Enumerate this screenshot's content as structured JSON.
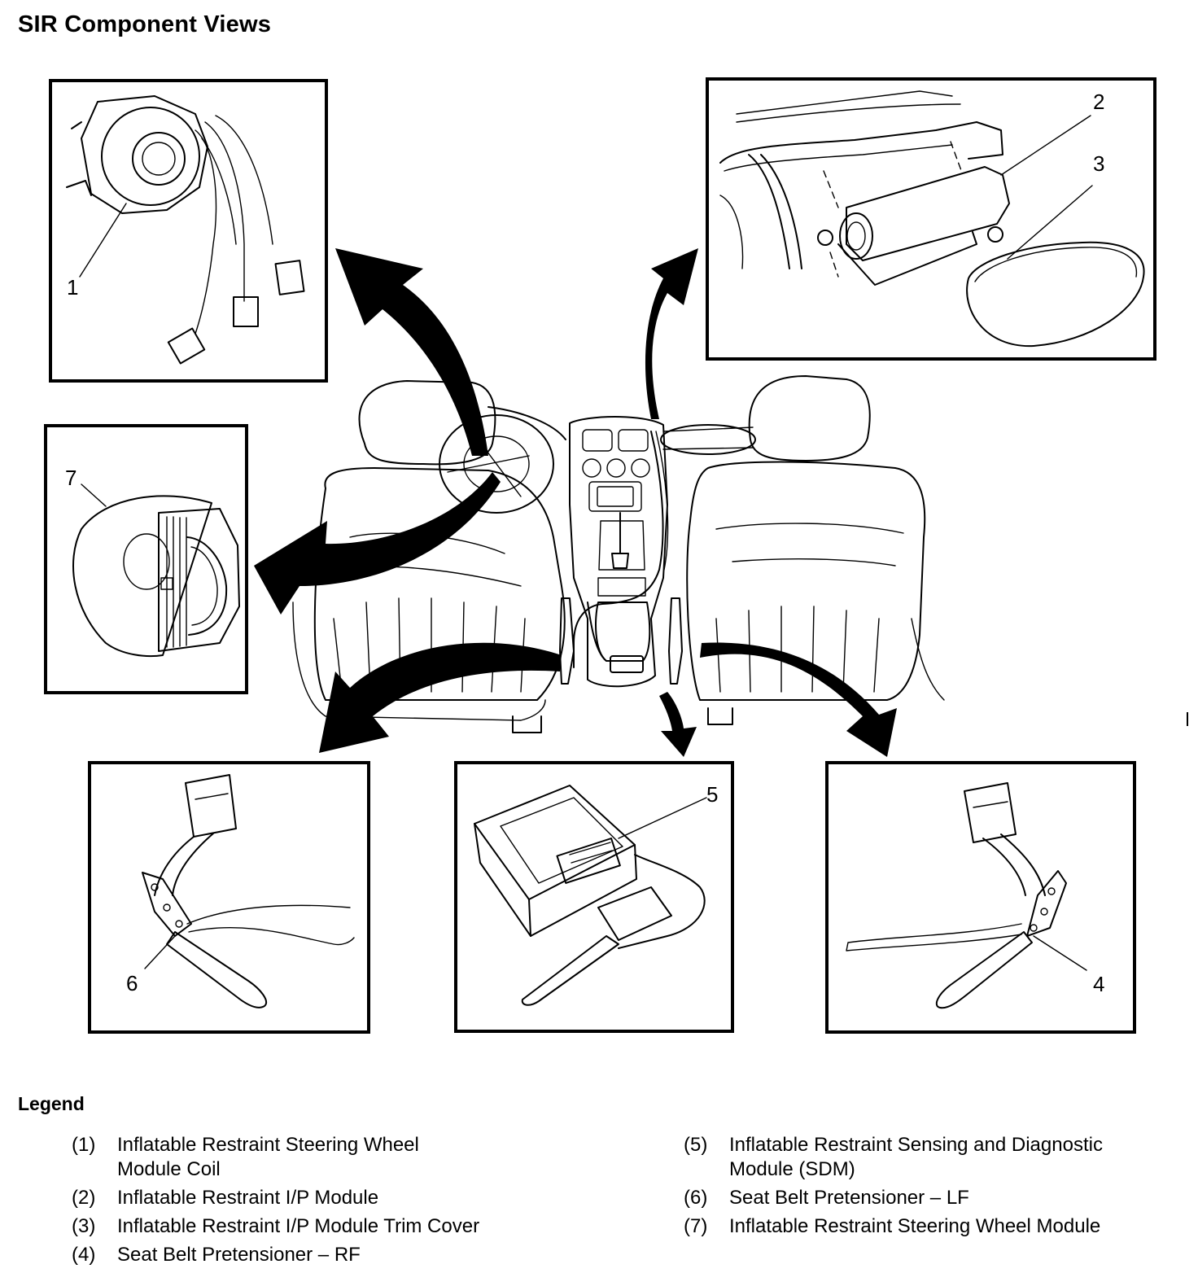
{
  "title": "SIR Component Views",
  "callouts": {
    "c1": "1",
    "c2": "2",
    "c3": "3",
    "c4": "4",
    "c5": "5",
    "c6": "6",
    "c7": "7"
  },
  "legend": {
    "title": "Legend",
    "left": [
      {
        "num": "(1)",
        "text_lines": [
          "Inflatable Restraint Steering Wheel",
          "Module Coil"
        ]
      },
      {
        "num": "(2)",
        "text_lines": [
          "Inflatable Restraint I/P Module"
        ]
      },
      {
        "num": "(3)",
        "text_lines": [
          "Inflatable Restraint I/P Module Trim Cover"
        ]
      },
      {
        "num": "(4)",
        "text_lines": [
          "Seat Belt Pretensioner – RF"
        ]
      }
    ],
    "right": [
      {
        "num": "(5)",
        "text_lines": [
          "Inflatable Restraint Sensing and Diagnostic",
          "Module (SDM)"
        ]
      },
      {
        "num": "(6)",
        "text_lines": [
          "Seat Belt Pretensioner – LF"
        ]
      },
      {
        "num": "(7)",
        "text_lines": [
          "Inflatable Restraint Steering Wheel Module"
        ]
      }
    ]
  }
}
